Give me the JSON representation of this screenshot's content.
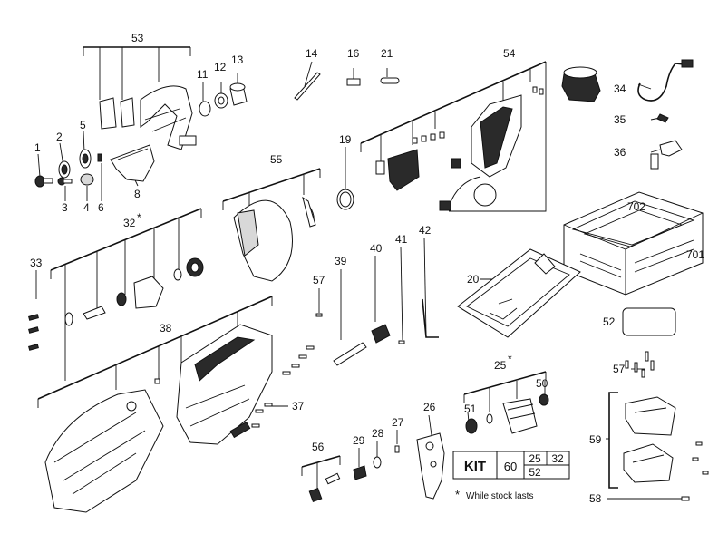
{
  "labels": {
    "p1": "1",
    "p2": "2",
    "p3": "3",
    "p4": "4",
    "p5": "5",
    "p6": "6",
    "p8": "8",
    "p11": "11",
    "p12": "12",
    "p13": "13",
    "p14": "14",
    "p16": "16",
    "p19": "19",
    "p20": "20",
    "p21": "21",
    "p25": "25",
    "p25star": "*",
    "p26": "26",
    "p27": "27",
    "p28": "28",
    "p29": "29",
    "p32": "32",
    "p32star": "*",
    "p33": "33",
    "p34": "34",
    "p35": "35",
    "p36": "36",
    "p37": "37",
    "p38": "38",
    "p39": "39",
    "p40": "40",
    "p41": "41",
    "p42": "42",
    "p50": "50",
    "p51": "51",
    "p52": "52",
    "p53": "53",
    "p54": "54",
    "p55": "55",
    "p56": "56",
    "p57a": "57",
    "p57b": "57",
    "p58": "58",
    "p59": "59",
    "p701": "701",
    "p702": "702"
  },
  "kit": {
    "title": "KIT",
    "c60": "60",
    "c25": "25",
    "c32": "32",
    "c52": "52"
  },
  "footnote": {
    "star": "*",
    "text": "While stock lasts"
  }
}
